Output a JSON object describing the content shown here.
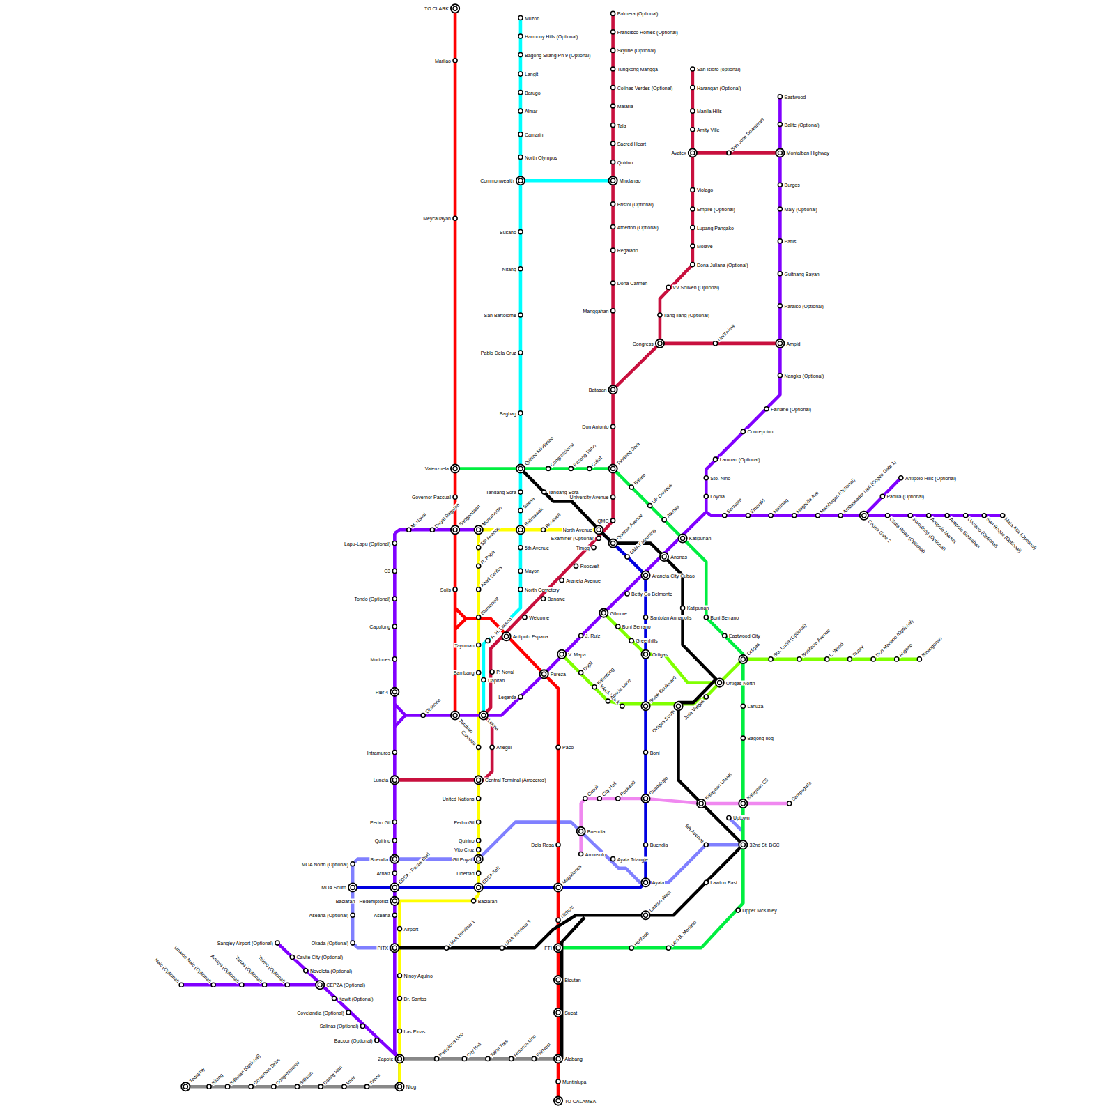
{
  "diagram": {
    "labels": [
      "TO CLARK",
      "Marilao",
      "Meycauayan",
      "Valenzuela",
      "Governor Pascual",
      "Sangandaan",
      "Solis",
      "Tutuban",
      "Pureza",
      "Paco",
      "Dela Rosa",
      "Magallanes",
      "Nichols",
      "FTI",
      "Bicutan",
      "Sucat",
      "Alabang",
      "Muntinlupa",
      "TO CALAMBA",
      "Muzon",
      "Harmony Hills (Optional)",
      "Bagong Silang Ph 9 (Optional)",
      "Langit",
      "Barugo",
      "Almar",
      "Camarin",
      "North Olympus",
      "Commonwealth",
      "Susano",
      "Nitang",
      "San Bartolome",
      "Pablo Dela Cruz",
      "Bagbag",
      "Quirino Mindanao",
      "Tandang Sora",
      "Baesa",
      "Balintawak",
      "5th Avenue",
      "Mayon",
      "North Cemetery",
      "A. H. Lacson",
      "Dapitan",
      "Palmera (Optional)",
      "Francisco Homes (Optional)",
      "Skyline (Optional)",
      "Tungkong Mangga",
      "Colinas Verdes (Optional)",
      "Malaria",
      "Tala",
      "Sacred Heart",
      "Quirino",
      "Mindanao",
      "Bristol (Optional)",
      "Atherton (Optional)",
      "Regalado",
      "Dona Carmen",
      "Manggahan",
      "Batasan",
      "Don Antonio",
      "Tandang Sora",
      "University Avenue",
      "QMC",
      "Examiner (Optional)",
      "Timog",
      "Roosvelt",
      "Araneta Avenue",
      "Banawe",
      "Welcome",
      "Antipolo Espana",
      "P. Noval",
      "Arlegui",
      "Central Terminal (Arroceros)",
      "Luneta",
      "Congress",
      "Northview",
      "Ampid",
      "Ilang Ilang (Optional)",
      "VV Soliven (Optional)",
      "Dona Juliana (Optional)",
      "Molave",
      "Lupang Pangako",
      "Empire (Optional)",
      "Violago",
      "Avatex",
      "Amity Ville",
      "Manila Hills",
      "Harangan (Optional)",
      "San Isidro (optional)",
      "San Jose Downtown",
      "Montalban Highway",
      "Eastwood",
      "Balite (Optional)",
      "Burgos",
      "Maly (Optional)",
      "Patiis",
      "Guitnang Bayan",
      "Paraiso (Optional)",
      "Nangka (Optional)",
      "Fairlane (Optional)",
      "Concepcion",
      "Lamuan (Optional)",
      "Sto. Nino",
      "Loyola",
      "Santolan",
      "Emerald",
      "Masinag",
      "Magnolia Ave",
      "Mambugan (Optional)",
      "Ambassador Neri (Cogeo Gate 1)",
      "Cogeo Gate 2",
      "Olalia Road (Optional)",
      "Sumulong (Optional)",
      "Antipolo Market",
      "Antipolo Simbahan",
      "Unciano (Optional)",
      "San Roque (Optional)",
      "Mata Alta (Optional)",
      "Padilla (Optional)",
      "Antipolo Hills (Optional)",
      "Katipunan",
      "Anonas",
      "Araneta City Cubao",
      "Betty Go Belmonte",
      "Gilmore",
      "J. Ruiz",
      "V. Mapa",
      "Legarda",
      "Lerma",
      "Divisoria",
      "Pier 4",
      "Moriones",
      "Capulong",
      "Tondo (Optional)",
      "C3",
      "Lapu-Lapu (Optional)",
      "M. Naval",
      "Dagat Dagatan",
      "Monumento",
      "Intramuros",
      "Pedro Gil",
      "Quirino",
      "Buendia",
      "Arnaiz",
      "EDSA - Roxas Blvd",
      "Baclaran - Redemptorist",
      "Aseana",
      "PITX",
      "Zapote",
      "Bacoor (Optional)",
      "Salinas (Optional)",
      "Covelandia (Optional)",
      "Kawit (Optional)",
      "CEPZA (Optional)",
      "Noveleta (Optional)",
      "Cavite City (Optional)",
      "Sangley Airport (Optional)",
      "Tejero (Optional)",
      "Tanza (Optional)",
      "Amaya (Optional)",
      "Unwide Naic (Optional)",
      "Naic (Optional)",
      "North Avenue",
      "Roosvelt",
      "5th Avenue",
      "R. Papa",
      "Abad Santos",
      "Blumentritt",
      "Tayuman",
      "Bambang",
      "Carriedo",
      "United Nations",
      "Pedro Gil",
      "Quirino",
      "Vito Cruz",
      "Gil Puyat",
      "Libertad",
      "EDSA-Taft",
      "Baclaran",
      "Airport",
      "Ninoy Aquino",
      "Dr. Santos",
      "Las Pinas",
      "Niog",
      "MOA South",
      "Ayala",
      "Buendia",
      "Guadalupe",
      "Boni",
      "Shaw Boulevard",
      "Ortigas",
      "Santolan Annapolis",
      "GMA Kamuning",
      "Quezon Avenue",
      "Tandang Sora",
      "Katipunan",
      "Ortigas North",
      "Ortigas South",
      "Julia Vargas",
      "Kalayaan UMAK",
      "32nd St. BGC",
      "Lawton East",
      "Lawton West",
      "NAIA Terminal 1",
      "NAIA Terminal 3",
      "Congressional",
      "Pasong Tamo",
      "Culiat",
      "Balara",
      "UP Campus",
      "Ateneo",
      "Boni Serrano",
      "Eastwood City",
      "Ortigas",
      "Lanuza",
      "Bagong Ilog",
      "Kalayaan C5",
      "Uptown",
      "Upper McKinley",
      "Levi B. Mariano",
      "Heritage",
      "Sta. Lucia (Optional)",
      "Bonifacio Avenue",
      "L. Wood",
      "Taytay",
      "Don Mariano (Optional)",
      "Angono",
      "Binangonan",
      "Wack Wack",
      "Acacia Lane",
      "Kalentong",
      "Dupil",
      "Boni Serrano",
      "Greenhills",
      "MOA North (Optional)",
      "Aseana (Optional)",
      "Okada (Optional)",
      "Buendia",
      "Ayala Triangle",
      "5th Avenue",
      "Amorsolo",
      "Circuit",
      "City Hall",
      "Rockwell",
      "Sampaguita",
      "Pamplona Uno",
      "City Hall",
      "Talon Tres",
      "Almanza Uno",
      "Filinvest",
      "Tirona",
      "Imus",
      "Daang Hari",
      "Salitran",
      "Congressional",
      "Governors Drive",
      "Sabutan (Optional)",
      "Silang",
      "Tagaytay"
    ]
  }
}
